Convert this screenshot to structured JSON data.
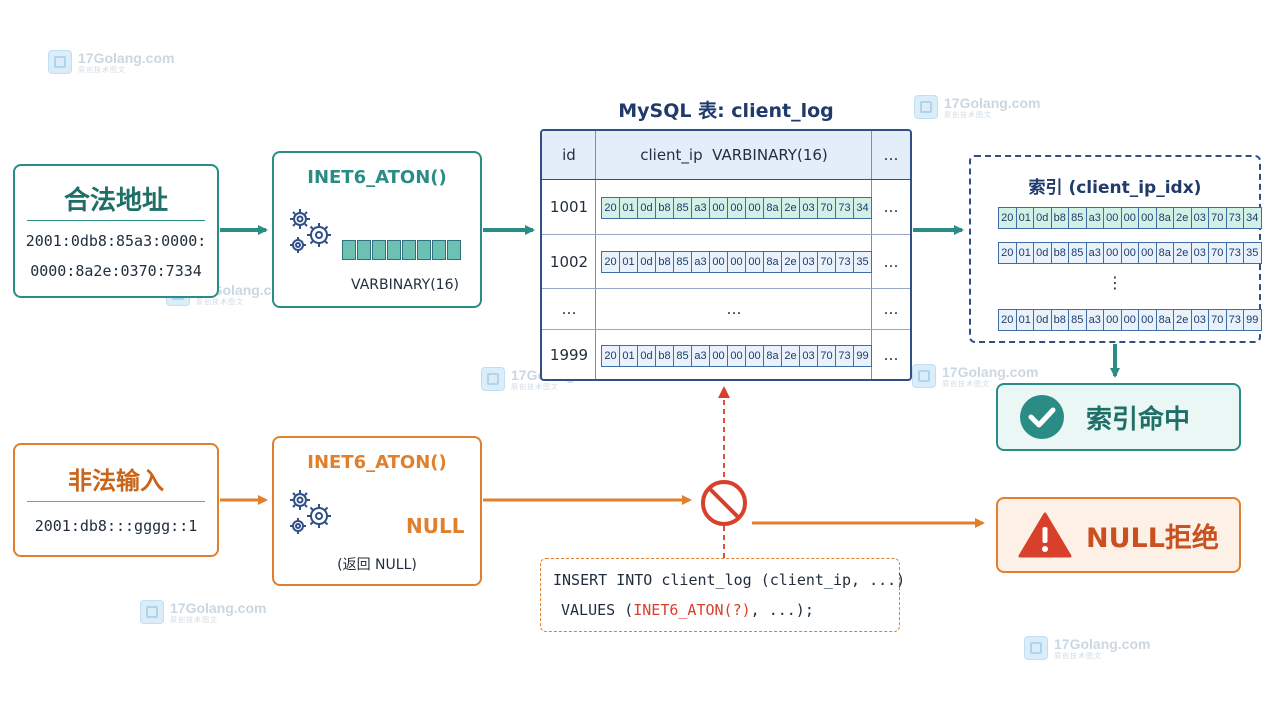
{
  "watermark": {
    "text": "17Golang.com",
    "subtext": "原创技术图文"
  },
  "valid_path": {
    "input_title": "合法地址",
    "input_line1": "2001:0db8:85a3:0000:",
    "input_line2": "0000:8a2e:0370:7334",
    "func_label": "INET6_ATON()",
    "func_output_label": "VARBINARY(16)"
  },
  "table": {
    "caption": "MySQL 表: client_log",
    "columns": [
      "id",
      "client_ip  VARBINARY(16)",
      "…"
    ],
    "rows": [
      {
        "id": "1001",
        "bytes": [
          "20",
          "01",
          "0d",
          "b8",
          "85",
          "a3",
          "00",
          "00",
          "00",
          "8a",
          "2e",
          "03",
          "70",
          "73",
          "34"
        ],
        "extra": "…"
      },
      {
        "id": "1002",
        "bytes": [
          "20",
          "01",
          "0d",
          "b8",
          "85",
          "a3",
          "00",
          "00",
          "00",
          "8a",
          "2e",
          "03",
          "70",
          "73",
          "35"
        ],
        "extra": "…"
      },
      {
        "id": "…",
        "ellipsis": "…",
        "extra": "…"
      },
      {
        "id": "1999",
        "bytes": [
          "20",
          "01",
          "0d",
          "b8",
          "85",
          "a3",
          "00",
          "00",
          "00",
          "8a",
          "2e",
          "03",
          "70",
          "73",
          "99"
        ],
        "extra": "…"
      }
    ]
  },
  "index": {
    "title": "索引 (client_ip_idx)",
    "entries": [
      [
        "20",
        "01",
        "0d",
        "b8",
        "85",
        "a3",
        "00",
        "00",
        "00",
        "8a",
        "2e",
        "03",
        "70",
        "73",
        "34"
      ],
      [
        "20",
        "01",
        "0d",
        "b8",
        "85",
        "a3",
        "00",
        "00",
        "00",
        "8a",
        "2e",
        "03",
        "70",
        "73",
        "35"
      ],
      [
        "20",
        "01",
        "0d",
        "b8",
        "85",
        "a3",
        "00",
        "00",
        "00",
        "8a",
        "2e",
        "03",
        "70",
        "73",
        "99"
      ]
    ],
    "ellipsis": "⋮",
    "hit_label": "索引命中"
  },
  "invalid_path": {
    "input_title": "非法输入",
    "input_value": "2001:db8:::gggg::1",
    "func_label": "INET6_ATON()",
    "null_label": "NULL",
    "return_note": "(返回 NULL)",
    "reject_label": "NULL拒绝"
  },
  "sql": {
    "line1": "INSERT INTO client_log (client_ip, ...)",
    "line2_prefix": "VALUES (",
    "line2_func": "INET6_ATON(?)",
    "line2_suffix": ", ...);"
  },
  "colors": {
    "teal": "#2b8c85",
    "orange": "#e07f2c",
    "navy": "#2f4f86",
    "byte_fill": "#cfeee6",
    "red": "#d9402b"
  }
}
